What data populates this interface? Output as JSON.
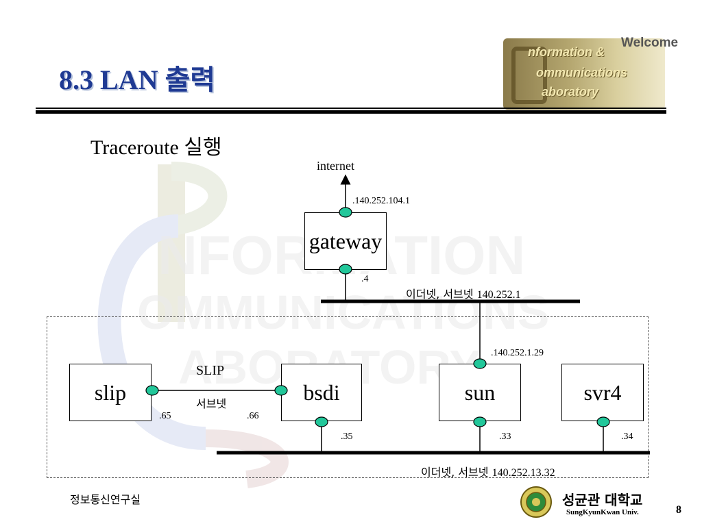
{
  "slide": {
    "title": "8.3 LAN 출력",
    "subtitle": "Traceroute 실행"
  },
  "banner": {
    "welcome": "Welcome",
    "line1": "nformation &",
    "line2": "ommunications",
    "line3": "aboratory"
  },
  "diagram": {
    "internet_label": "internet",
    "gateway_label": "gateway",
    "gateway_up_ip": ".140.252.104.1",
    "gateway_down_ip": ".4",
    "ether_top_label": "이더넷, 서브넷 ",
    "ether_top_net": "140.252.1",
    "hosts": {
      "slip": "slip",
      "bsdi": "bsdi",
      "sun": "sun",
      "svr4": "svr4"
    },
    "slip_link_label": "SLIP",
    "slip_subnet_label": "서브넷",
    "slip_ip": ".65",
    "bsdi_slip_ip": ".66",
    "sun_up_ip": ".140.252.1.29",
    "bsdi_ip": ".35",
    "sun_ip": ".33",
    "svr4_ip": ".34",
    "ether_bottom_label": "이더넷, 서브넷 ",
    "ether_bottom_net": "140.252.13.32"
  },
  "footer": {
    "lab_name": "정보통신연구실",
    "univ_kr": "성균관 대학교",
    "univ_en": "SungKyunKwan Univ.",
    "page": "8"
  },
  "colors": {
    "title": "#1f3a93",
    "node": "#22c79a",
    "line": "#000000"
  }
}
